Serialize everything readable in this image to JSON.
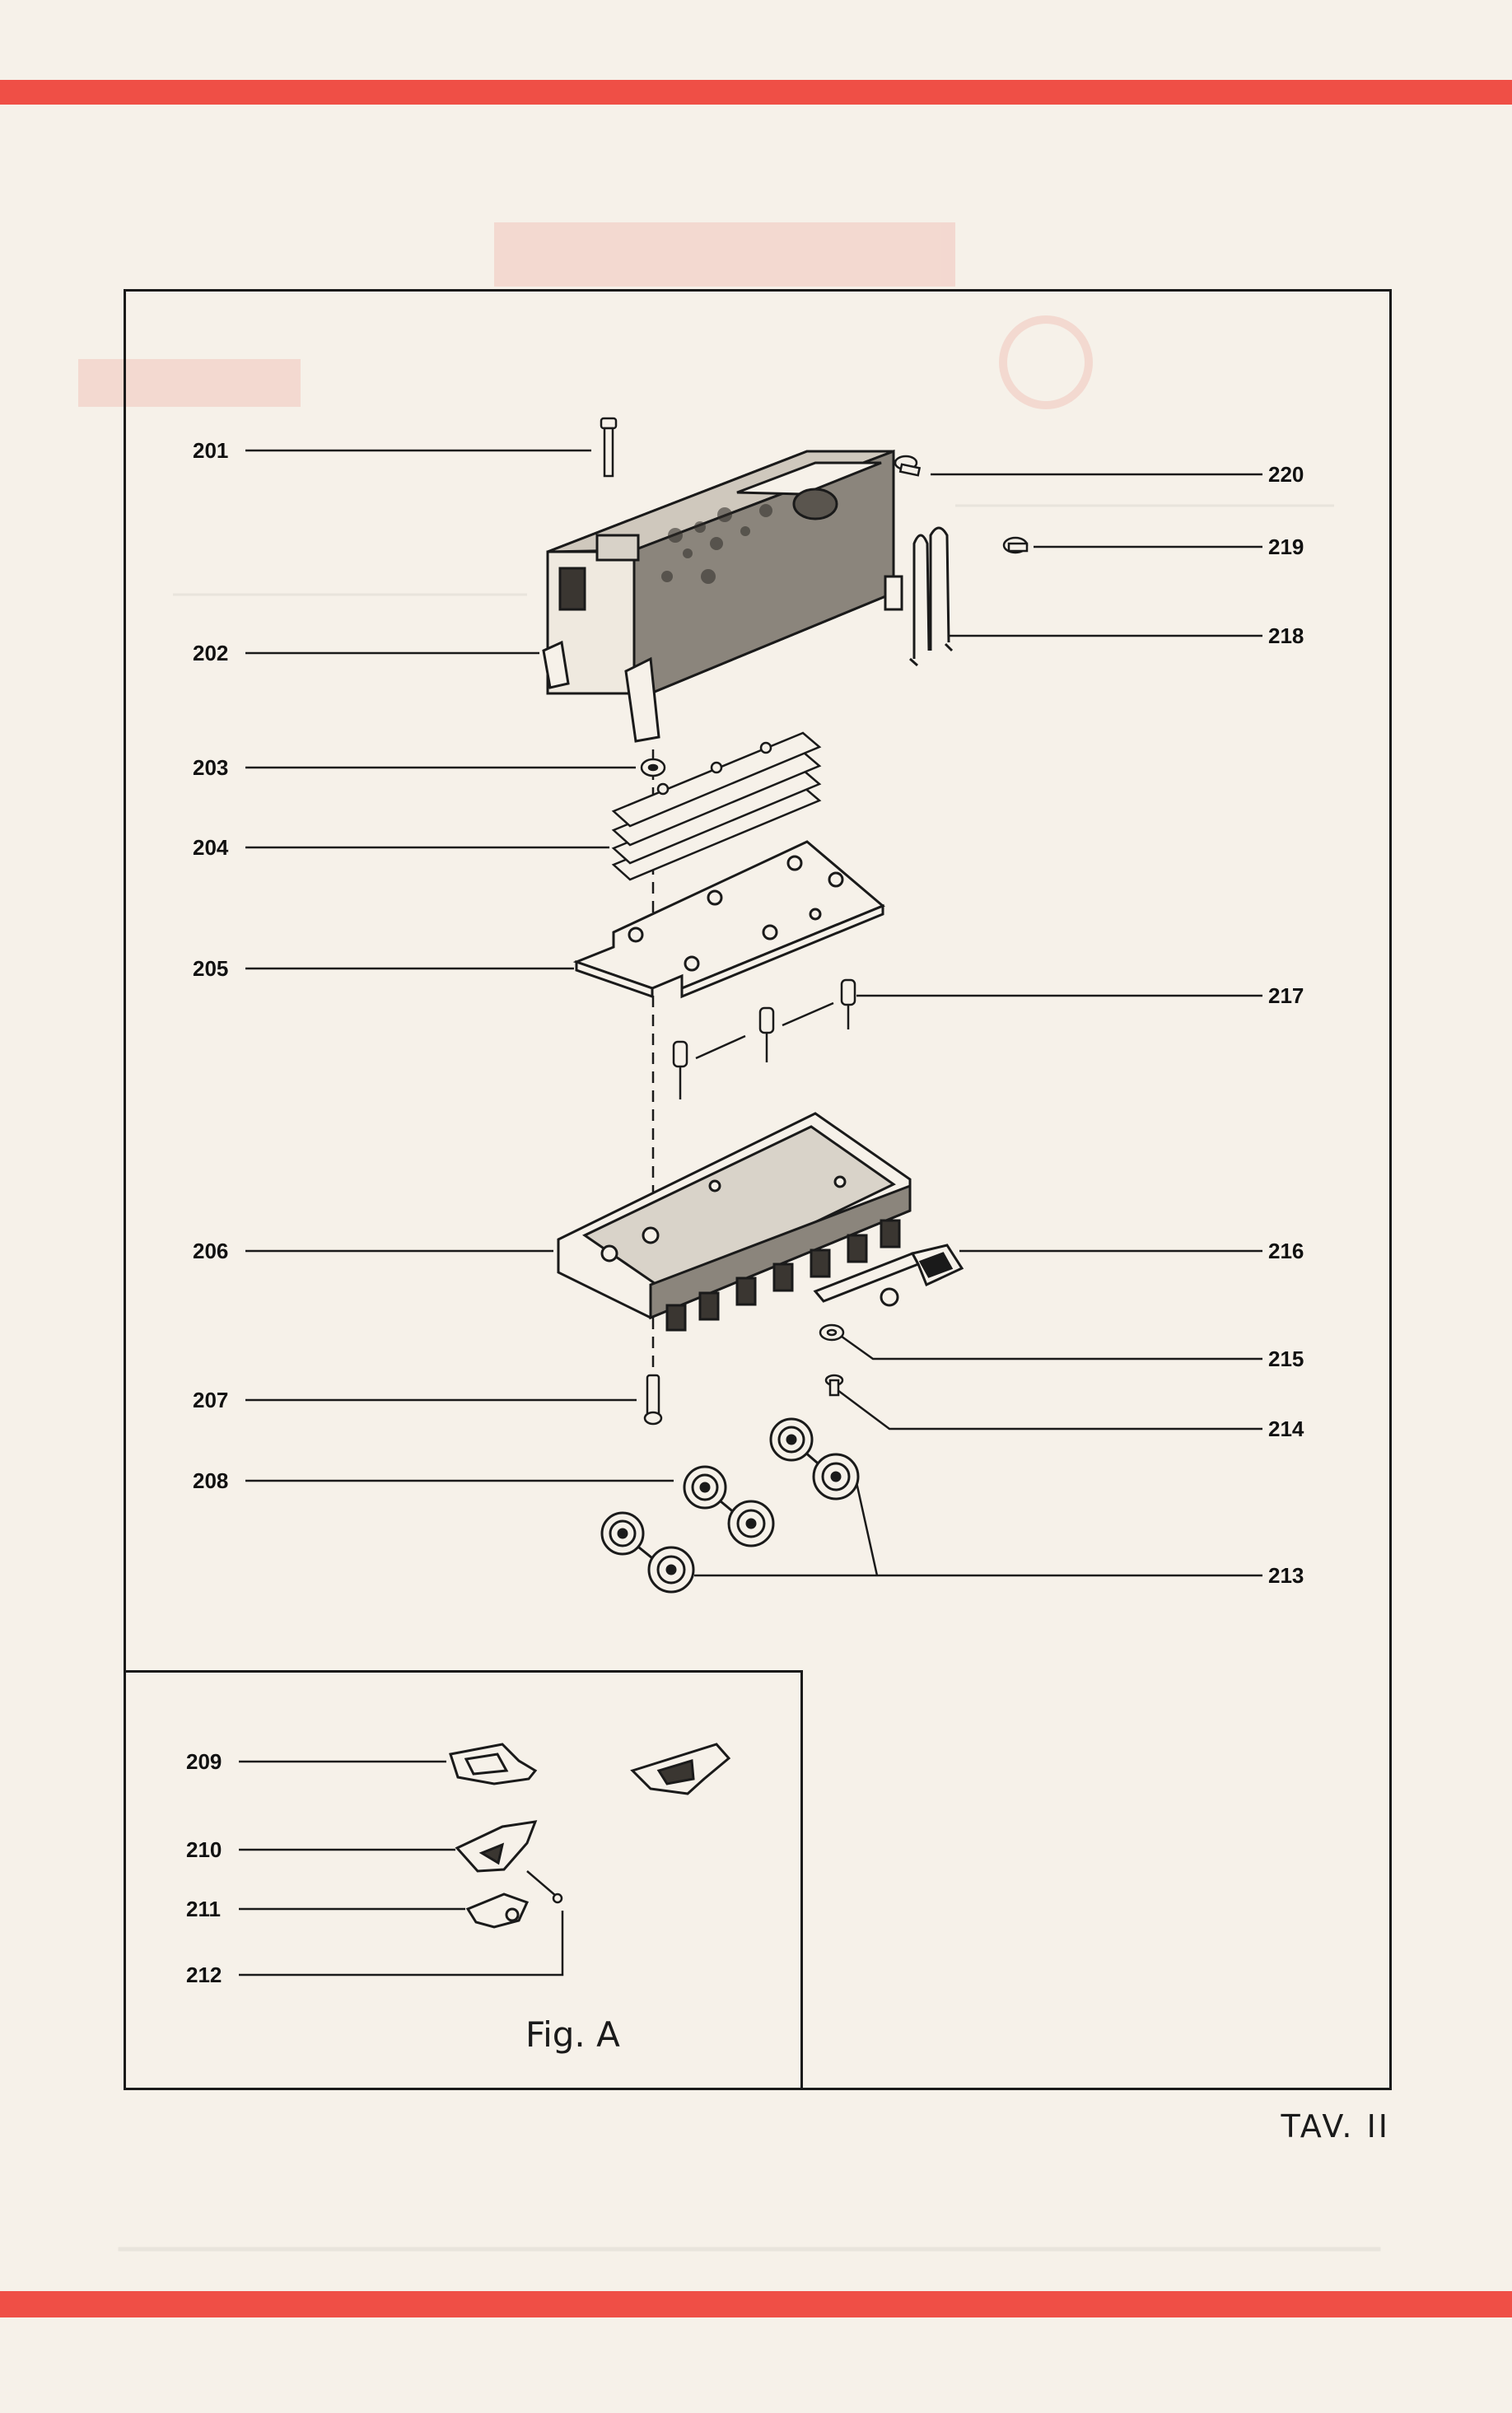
{
  "plate_label": "TAV. II",
  "fig_a_caption": "Fig. A",
  "colors": {
    "stripe": "#ef4f46",
    "paper": "#f6f1e9",
    "ink": "#1a1a1a"
  },
  "parts": {
    "p201": "201",
    "p202": "202",
    "p203": "203",
    "p204": "204",
    "p205": "205",
    "p206": "206",
    "p207": "207",
    "p208": "208",
    "p209": "209",
    "p210": "210",
    "p211": "211",
    "p212": "212",
    "p213": "213",
    "p214": "214",
    "p215": "215",
    "p216": "216",
    "p217": "217",
    "p218": "218",
    "p219": "219",
    "p220": "220"
  }
}
